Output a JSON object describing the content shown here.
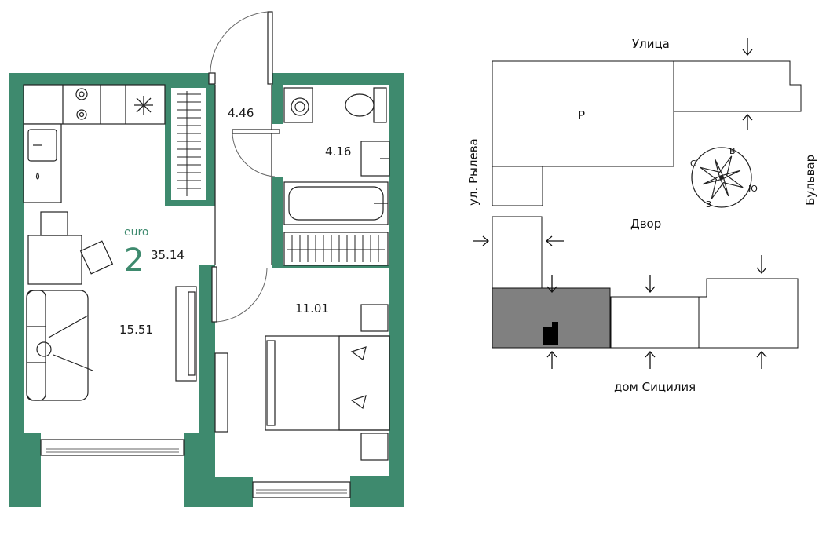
{
  "apartment": {
    "type_label": "euro",
    "rooms": "2",
    "total_area": "35.14",
    "wall_color": "#3e8a6e"
  },
  "rooms": [
    {
      "id": "hall",
      "area": "4.46"
    },
    {
      "id": "bathroom",
      "area": "4.16"
    },
    {
      "id": "kitchen-living",
      "area": "15.51"
    },
    {
      "id": "bedroom",
      "area": "11.01"
    }
  ],
  "site": {
    "street_top": "Улица",
    "street_left": "ул. Рылева",
    "street_right": "Бульвар",
    "yard": "Двор",
    "building_bottom": "дом Сицилия",
    "parking": "P",
    "compass": {
      "n": "С",
      "e": "В",
      "s": "Ю",
      "w": "З"
    },
    "highlight_color": "#808080"
  }
}
